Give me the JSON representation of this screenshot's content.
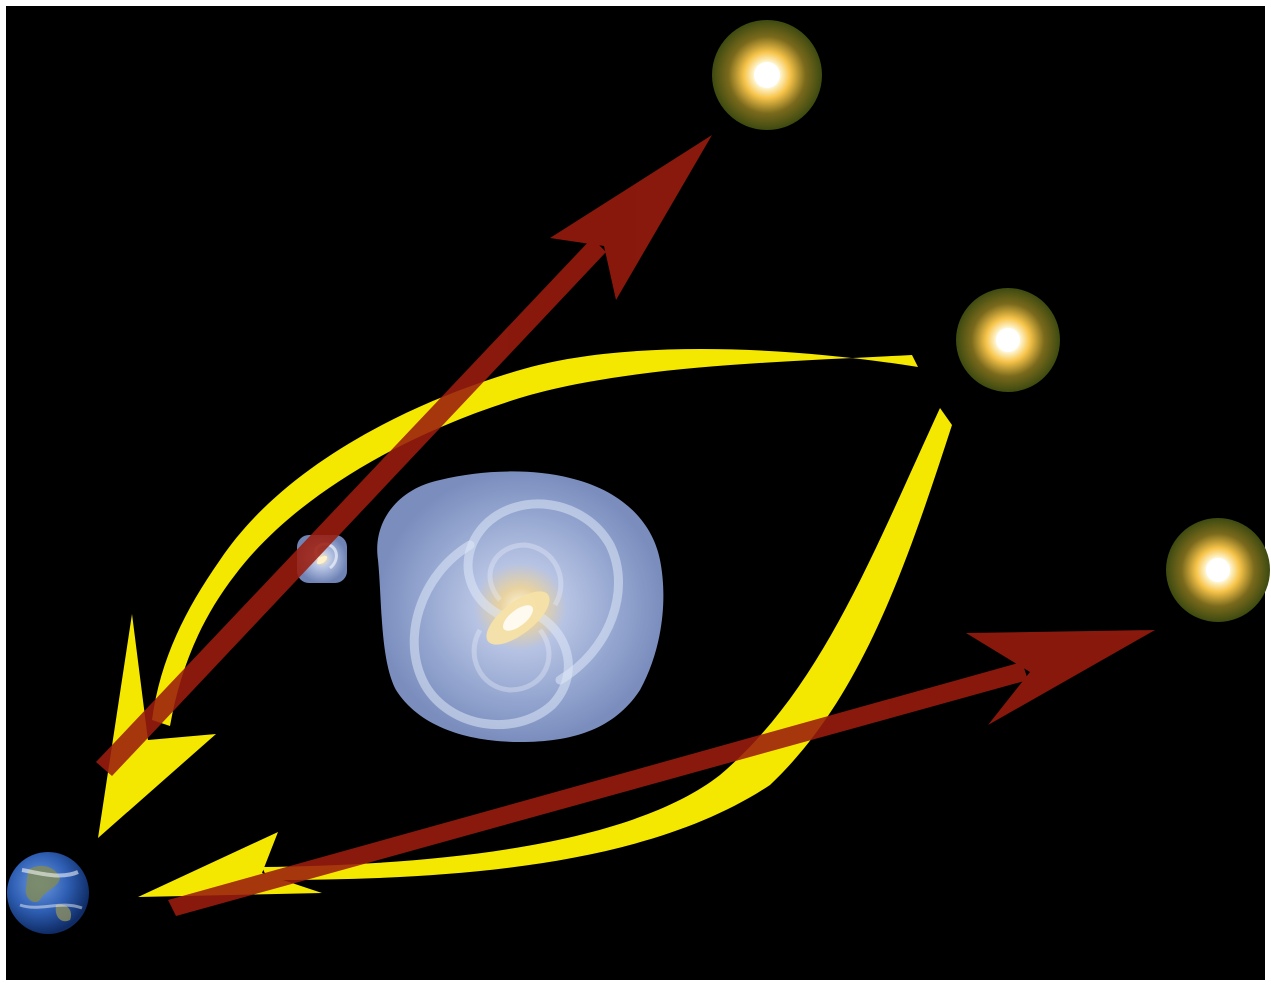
{
  "diagram": {
    "colors": {
      "background": "#000000",
      "frame": "#ffffff",
      "outgoing_arrow": "#9b1c0e",
      "return_arrow": "#f5e800",
      "star_core": "#ffffff",
      "star_glow": "#f7c44a",
      "star_halo": "#4e5a12",
      "galaxy": "#8e9fc8",
      "earth_ocean": "#2f5fb4",
      "earth_land": "#7e8a5a"
    },
    "objects": [
      {
        "name": "earth",
        "icon": "earth-icon"
      },
      {
        "name": "milky-way-galaxy",
        "icon": "spiral-galaxy-icon"
      },
      {
        "name": "small-galaxy",
        "icon": "spiral-galaxy-icon"
      },
      {
        "name": "star-top",
        "icon": "star-icon"
      },
      {
        "name": "star-middle",
        "icon": "star-icon"
      },
      {
        "name": "star-right",
        "icon": "star-icon"
      }
    ],
    "arrows": [
      {
        "name": "red-arrow-to-top-star",
        "kind": "outgoing"
      },
      {
        "name": "red-arrow-to-right-star",
        "kind": "outgoing"
      },
      {
        "name": "yellow-arc-upper-return",
        "kind": "return"
      },
      {
        "name": "yellow-arc-lower-return",
        "kind": "return"
      }
    ]
  }
}
